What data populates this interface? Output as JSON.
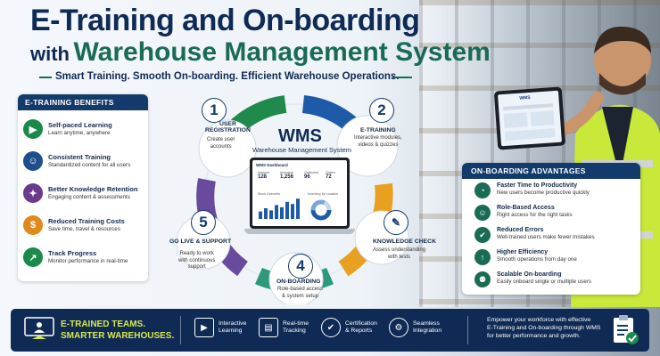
{
  "header": {
    "title_line1": "E-Training and On-boarding",
    "title_with": "with",
    "title_line2": "Warehouse Management System",
    "tagline": "Smart Training. Smooth On-boarding. Efficient Warehouse Operations."
  },
  "left_panel": {
    "heading": "E-TRAINING BENEFITS",
    "items": [
      {
        "title": "Self-paced Learning",
        "desc": "Learn anytime, anywhere",
        "icon": "monitor-play-icon",
        "color": "#1a8a4a"
      },
      {
        "title": "Consistent Training",
        "desc": "Standardized content for all users",
        "icon": "users-icon",
        "color": "#1e4f8c"
      },
      {
        "title": "Better Knowledge Retention",
        "desc": "Engaging content & assessments",
        "icon": "brain-icon",
        "color": "#6a3a8c"
      },
      {
        "title": "Reduced Training Costs",
        "desc": "Save time, travel & resources",
        "icon": "dollar-icon",
        "color": "#e08a1e"
      },
      {
        "title": "Track Progress",
        "desc": "Monitor performance in real-time",
        "icon": "chart-icon",
        "color": "#1a8a4a"
      }
    ]
  },
  "cycle": {
    "center_title": "WMS",
    "center_subtitle": "Warehouse Management System",
    "steps": [
      {
        "num": "1",
        "title": "USER\nREGISTRATION",
        "desc": "Create user\naccounts"
      },
      {
        "num": "2",
        "title": "E-TRAINING",
        "desc": "Interactive modules,\nvideos & quizzes"
      },
      {
        "num": "",
        "title": "KNOWLEDGE CHECK",
        "desc": "Assess understanding\nwith tests"
      },
      {
        "num": "4",
        "title": "ON-BOARDING",
        "desc": "Role-based access\n& system setup"
      },
      {
        "num": "5",
        "title": "GO LIVE & SUPPORT",
        "desc": "Ready to work\nwith continuous\nsupport"
      }
    ],
    "colors": {
      "green": "#1f8a4c",
      "blue": "#1e5aa8",
      "orange": "#e8a020",
      "purple": "#6a4a9c",
      "teal": "#2a9a7a"
    }
  },
  "dashboard": {
    "title": "WMS Dashboard",
    "kpis": [
      {
        "label": "Inbound",
        "value": "128"
      },
      {
        "label": "Inventory",
        "value": "1,256"
      },
      {
        "label": "Outbound",
        "value": "96"
      },
      {
        "label": "Orders",
        "value": "72"
      }
    ],
    "stock_label": "Stock Overview",
    "location_label": "Inventory by Location",
    "bars": [
      0.35,
      0.5,
      0.4,
      0.65,
      0.55,
      0.8,
      0.7,
      0.95
    ]
  },
  "right_panel": {
    "heading": "ON-BOARDING ADVANTAGES",
    "items": [
      {
        "title": "Faster Time to Productivity",
        "desc": "New users become productive quickly",
        "icon": "speedometer-icon"
      },
      {
        "title": "Role-Based Access",
        "desc": "Right access for the right tasks",
        "icon": "user-lock-icon"
      },
      {
        "title": "Reduced Errors",
        "desc": "Well-trained users make fewer mistakes",
        "icon": "shield-check-icon"
      },
      {
        "title": "Higher Efficiency",
        "desc": "Smooth operations from day one",
        "icon": "chart-up-icon"
      },
      {
        "title": "Scalable On-boarding",
        "desc": "Easily onboard single or multiple users",
        "icon": "group-icon"
      }
    ]
  },
  "banner": {
    "team_line1": "E-TRAINED TEAMS.",
    "team_line2": "SMARTER WAREHOUSES.",
    "features": [
      {
        "label": "Interactive\nLearning",
        "icon": "play-screen-icon"
      },
      {
        "label": "Real-time\nTracking",
        "icon": "chart-screen-icon"
      },
      {
        "label": "Certification\n& Reports",
        "icon": "certificate-icon"
      },
      {
        "label": "Seamless\nIntegration",
        "icon": "gears-icon"
      }
    ],
    "message": "Empower your workforce with effective\nE-Training and On-boarding through WMS\nfor better performance and growth."
  },
  "tablet_label": "WMS"
}
